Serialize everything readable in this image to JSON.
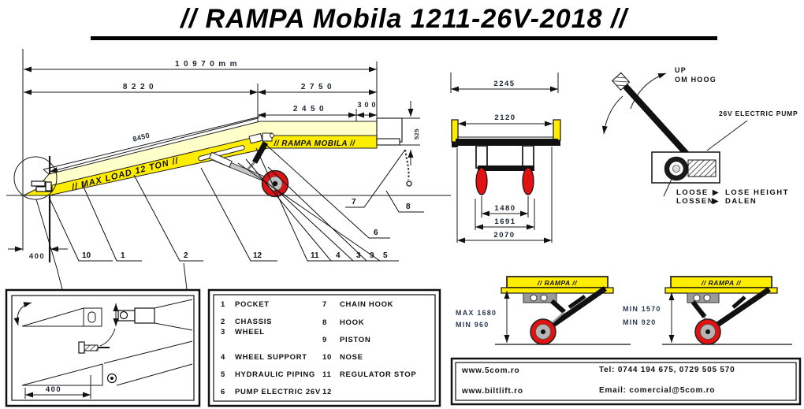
{
  "title": "// RAMPA Mobila 1211-26V-2018 //",
  "colors": {
    "bright_yellow": "#FFED00",
    "pale_yellow": "#FFFFC9",
    "wheel_red": "#E01312",
    "steel_gray": "#BFBFBF"
  },
  "main_view": {
    "dim_overall": "10970mm",
    "dim_8220": "8220",
    "dim_2750": "2750",
    "dim_2450": "2450",
    "dim_300": "300",
    "dim_slope": "8450",
    "dim_nose": "400",
    "dim_lip_height": "525",
    "max_load_label": "// MAX LOAD 12 TON //",
    "ramp_label": "// RAMPA MOBILA //",
    "callouts": {
      "nose": "10",
      "pocket": "1",
      "chassis": "2",
      "c12": "12",
      "regulator": "11",
      "support": "4",
      "wheel": "3",
      "piston": "9",
      "piping": "5",
      "pump": "6",
      "chain_hook": "7",
      "hook": "8"
    }
  },
  "end_view": {
    "dim_2245": "2245",
    "dim_2120": "2120",
    "dim_1480": "1480",
    "dim_1691": "1691",
    "dim_2070": "2070"
  },
  "pump_diagram": {
    "up_label": "UP",
    "up_label_nl": "OM HOOG",
    "pump_label": "26V ELECTRIC PUMP",
    "loose_label": "LOOSE",
    "lossen_label": "LOSSEN",
    "lose_height_label": "LOSE HEIGHT",
    "dalen_label": "DALEN",
    "arrow_glyph": "▶"
  },
  "height_diagrams": {
    "ramp_label": "// RAMPA //",
    "left_max": "MAX 1680",
    "left_min": "MIN 960",
    "right_max": "MIN 1570",
    "right_min": "MIN 920"
  },
  "detail_box": {
    "dim_nose": "400"
  },
  "parts_list": {
    "left": [
      {
        "num": "1",
        "name": "POCKET"
      },
      {
        "num": "2",
        "name": "CHASSIS"
      },
      {
        "num": "3",
        "name": "WHEEL"
      },
      {
        "num": "4",
        "name": "WHEEL SUPPORT"
      },
      {
        "num": "5",
        "name": "HYDRAULIC PIPING"
      },
      {
        "num": "6",
        "name": "PUMP ELECTRIC 26V"
      }
    ],
    "right": [
      {
        "num": "7",
        "name": "CHAIN HOOK"
      },
      {
        "num": "8",
        "name": "HOOK"
      },
      {
        "num": "9",
        "name": "PISTON"
      },
      {
        "num": "10",
        "name": "NOSE"
      },
      {
        "num": "11",
        "name": "REGULATOR STOP"
      },
      {
        "num": "12",
        "name": ""
      }
    ]
  },
  "contact": {
    "website_primary": "www.5com.ro",
    "website_secondary": "www.biltlift.ro",
    "phone": "Tel: 0744 194 675, 0729 505 570",
    "email": "Email: comercial@5com.ro"
  }
}
